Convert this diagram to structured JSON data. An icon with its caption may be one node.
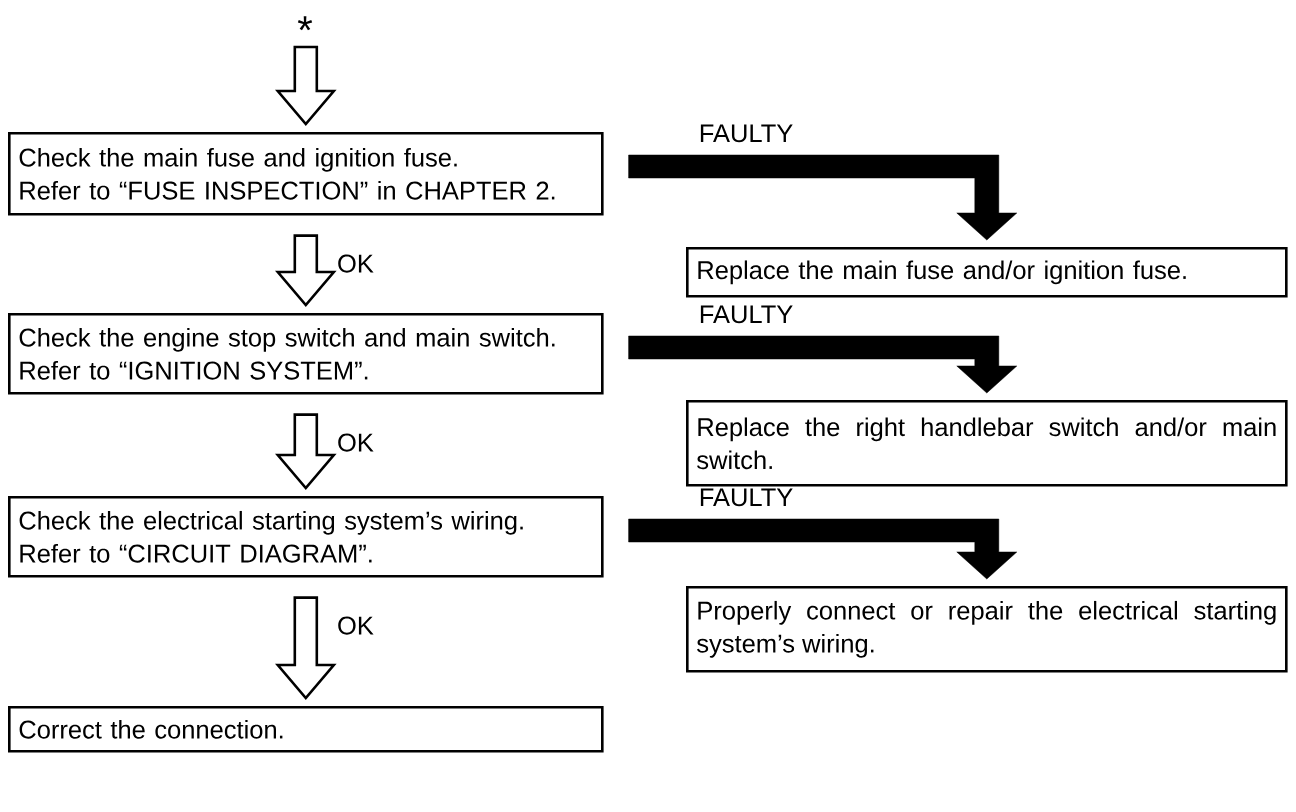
{
  "diagram": {
    "nodes": [
      {
        "text": [
          "Check the main fuse and ignition fuse.",
          "Refer to “FUSE INSPECTION” in CHAPTER 2."
        ]
      },
      {
        "text": [
          "Replace the main fuse and/or ignition fuse."
        ]
      },
      {
        "text": [
          "Check the engine stop switch and main switch.",
          "Refer to “IGNITION SYSTEM”."
        ]
      },
      {
        "text": [
          "Replace the right handlebar switch and/or main switch."
        ]
      },
      {
        "text": [
          "Check the electrical starting system’s wiring.",
          "Refer to “CIRCUIT DIAGRAM”."
        ]
      },
      {
        "text": [
          "Properly connect or repair the electrical starting system’s wiring."
        ]
      },
      {
        "text": [
          "Correct the connection."
        ]
      }
    ],
    "edges": [
      {
        "from": null,
        "to": 0,
        "arrow": "to"
      },
      {
        "from": 0,
        "to": 1,
        "arrow": "to",
        "label": "FAULTY",
        "style": "thick"
      },
      {
        "from": 0,
        "to": 2,
        "arrow": "to",
        "label": "OK"
      },
      {
        "from": 2,
        "to": 3,
        "arrow": "to",
        "label": "FAULTY",
        "style": "thick"
      },
      {
        "from": 2,
        "to": 4,
        "arrow": "to",
        "label": "OK"
      },
      {
        "from": 4,
        "to": 5,
        "arrow": "to",
        "label": "FAULTY",
        "style": "thick"
      },
      {
        "from": 4,
        "to": 6,
        "arrow": "to",
        "label": "OK"
      }
    ],
    "labels": [
      "*"
    ]
  }
}
